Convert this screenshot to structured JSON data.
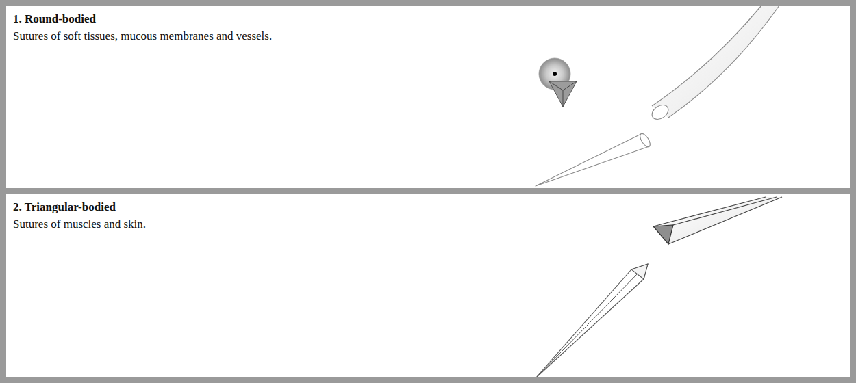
{
  "diagram": {
    "nodes": [
      {
        "text": [
          "1. Round-bodied",
          "Sutures of soft tissues, mucous membranes and vessels."
        ]
      },
      {
        "text": [
          "2. Triangular-bodied",
          "Sutures of muscles and skin."
        ]
      }
    ]
  }
}
